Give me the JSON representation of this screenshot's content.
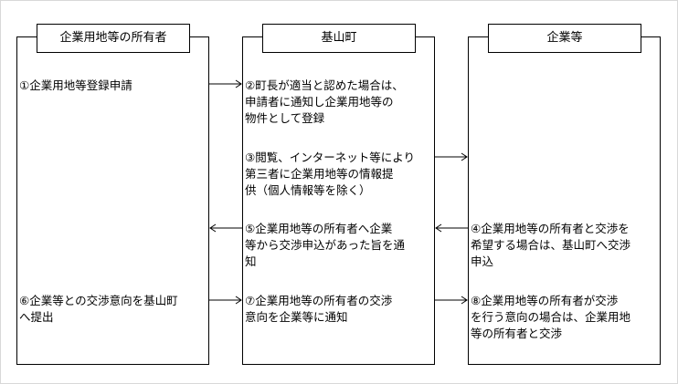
{
  "columns": {
    "owner": "企業用地等の所有者",
    "town": "基山町",
    "company": "企業等"
  },
  "steps": {
    "s1": "①企業用地等登録申請",
    "s2": "②町長が適当と認めた場合は、\n申請者に通知し企業用地等の\n物件として登録",
    "s3": "③閲覧、インターネット等により\n第三者に企業用地等の情報提\n供（個人情報等を除く）",
    "s4": "④企業用地等の所有者と交渉を\n希望する場合は、基山町へ交渉\n申込",
    "s5": "⑤企業用地等の所有者へ企業\n等から交渉申込があった旨を通\n知",
    "s6": "⑥企業等との交渉意向を基山町\nへ提出",
    "s7": "⑦企業用地等の所有者の交渉\n意向を企業等に通知",
    "s8": "⑧企業用地等の所有者が交渉\nを行う意向の場合は、企業用地\n等の所有者と交渉"
  }
}
